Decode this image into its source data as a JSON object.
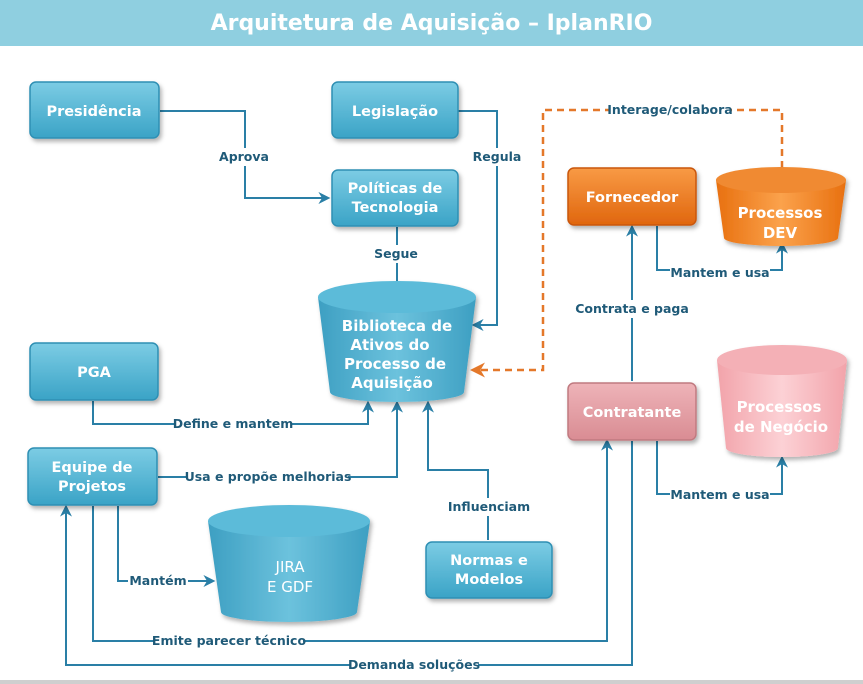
{
  "title": "Arquitetura de Aquisição – IplanRIO",
  "colors": {
    "header": "#8fcfe0",
    "box_blue": "#4fb3d2",
    "box_orange": "#f07b1c",
    "box_pink": "#e39aa0",
    "cyl_pink": "#f6b7bd",
    "arrow": "#2a7fa6",
    "dashed": "#e4782a"
  },
  "nodes": {
    "presidencia": "Presidência",
    "legislacao": "Legislação",
    "politicas_l1": "Políticas de",
    "politicas_l2": "Tecnologia",
    "biblioteca_l1": "Biblioteca de",
    "biblioteca_l2": "Ativos do",
    "biblioteca_l3": "Processo de",
    "biblioteca_l4": "Aquisição",
    "pga": "PGA",
    "equipe_l1": "Equipe de",
    "equipe_l2": "Projetos",
    "jira_l1": "JIRA",
    "jira_l2": "E GDF",
    "normas_l1": "Normas e",
    "normas_l2": "Modelos",
    "fornecedor": "Fornecedor",
    "processos_dev_l1": "Processos",
    "processos_dev_l2": "DEV",
    "contratante": "Contratante",
    "processos_negocio_l1": "Processos",
    "processos_negocio_l2": "de Negócio"
  },
  "edges": {
    "aprova": "Aprova",
    "regula": "Regula",
    "segue": "Segue",
    "interage": "Interage/colabora",
    "define": "Define e mantem",
    "usa_propoe": "Usa e propõe melhorias",
    "influenciam": "Influenciam",
    "mantem_jira": "Mantém",
    "emite": "Emite parecer técnico",
    "demanda": "Demanda soluções",
    "contrata": "Contrata e paga",
    "mantem_usa_dev": "Mantem e usa",
    "mantem_usa_negocio": "Mantem e usa"
  }
}
